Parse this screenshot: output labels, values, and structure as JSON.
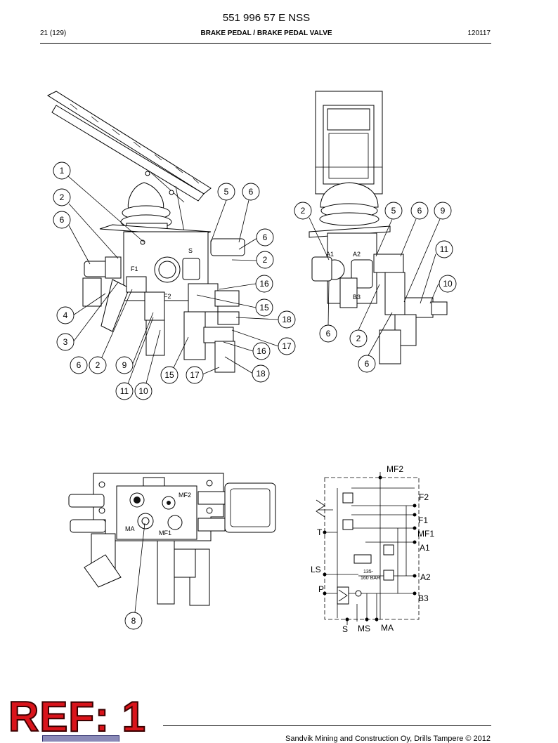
{
  "header": {
    "document_number": "551 996 57 E NSS",
    "page": "21 (129)",
    "title": "BRAKE PEDAL / BRAKE PEDAL VALVE",
    "date_code": "120117"
  },
  "figure_left": {
    "callouts": [
      "1",
      "2",
      "6",
      "5",
      "6",
      "6",
      "2",
      "16",
      "15",
      "18",
      "17",
      "16",
      "18",
      "4",
      "3",
      "6",
      "2",
      "9",
      "15",
      "17",
      "11",
      "10"
    ],
    "engraved_ports": [
      "F1",
      "F2",
      "S"
    ]
  },
  "figure_right": {
    "callouts": [
      "2",
      "5",
      "6",
      "9",
      "11",
      "10",
      "6",
      "2",
      "6"
    ],
    "engraved_ports": [
      "A1",
      "A2",
      "B3"
    ]
  },
  "figure_bottom": {
    "callouts": [
      "8"
    ],
    "engraved_ports": [
      "MF2",
      "MA",
      "MF1"
    ]
  },
  "schematic": {
    "ports": [
      "MF2",
      "F2",
      "F1",
      "MF1",
      "T",
      "A1",
      "LS",
      "A2",
      "P",
      "B3",
      "S",
      "MS",
      "MA"
    ],
    "pressure_setting": [
      "135-",
      "160 BAR"
    ]
  },
  "footer": {
    "copyright": "Sandvik Mining and Construction Oy, Drills Tampere © 2012",
    "ref_stamp": "REF: 1"
  }
}
